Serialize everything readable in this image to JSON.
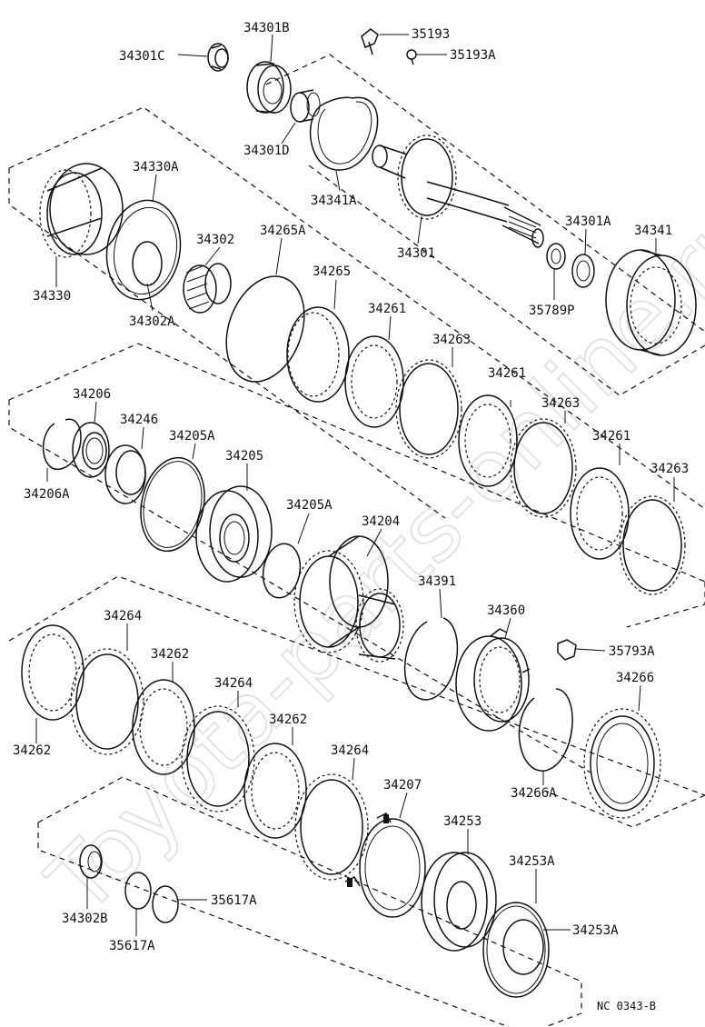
{
  "watermark": "Toyota-parts-online.ru",
  "figure_code": "NC 0343-B",
  "labels": {
    "p34301C": "34301C",
    "p34301B": "34301B",
    "p35193": "35193",
    "p35193A": "35193A",
    "p34301D": "34301D",
    "p34341A": "34341A",
    "p34330A": "34330A",
    "p34302": "34302",
    "p34265A": "34265A",
    "p34330": "34330",
    "p34302A": "34302A",
    "p34301": "34301",
    "p34301A": "34301A",
    "p34341": "34341",
    "p34265": "34265",
    "p35789P": "35789P",
    "p34261a": "34261",
    "p34263a": "34263",
    "p34261b": "34261",
    "p34263b": "34263",
    "p34261c": "34261",
    "p34263c": "34263",
    "p34206": "34206",
    "p34246": "34246",
    "p34205A": "34205A",
    "p34205": "34205",
    "p34206A": "34206A",
    "p34205Ab": "34205A",
    "p34204": "34204",
    "p34391": "34391",
    "p34360": "34360",
    "p35793A": "35793A",
    "p34264a": "34264",
    "p34262a": "34262",
    "p34264b": "34264",
    "p34262b": "34262",
    "p34264c": "34264",
    "p34266": "34266",
    "p34262c": "34262",
    "p34266A": "34266A",
    "p34207": "34207",
    "p34253": "34253",
    "p34253A": "34253A",
    "p34253Ab": "34253A",
    "p35617A": "35617A",
    "p34302B": "34302B",
    "p35617Ab": "35617A"
  }
}
